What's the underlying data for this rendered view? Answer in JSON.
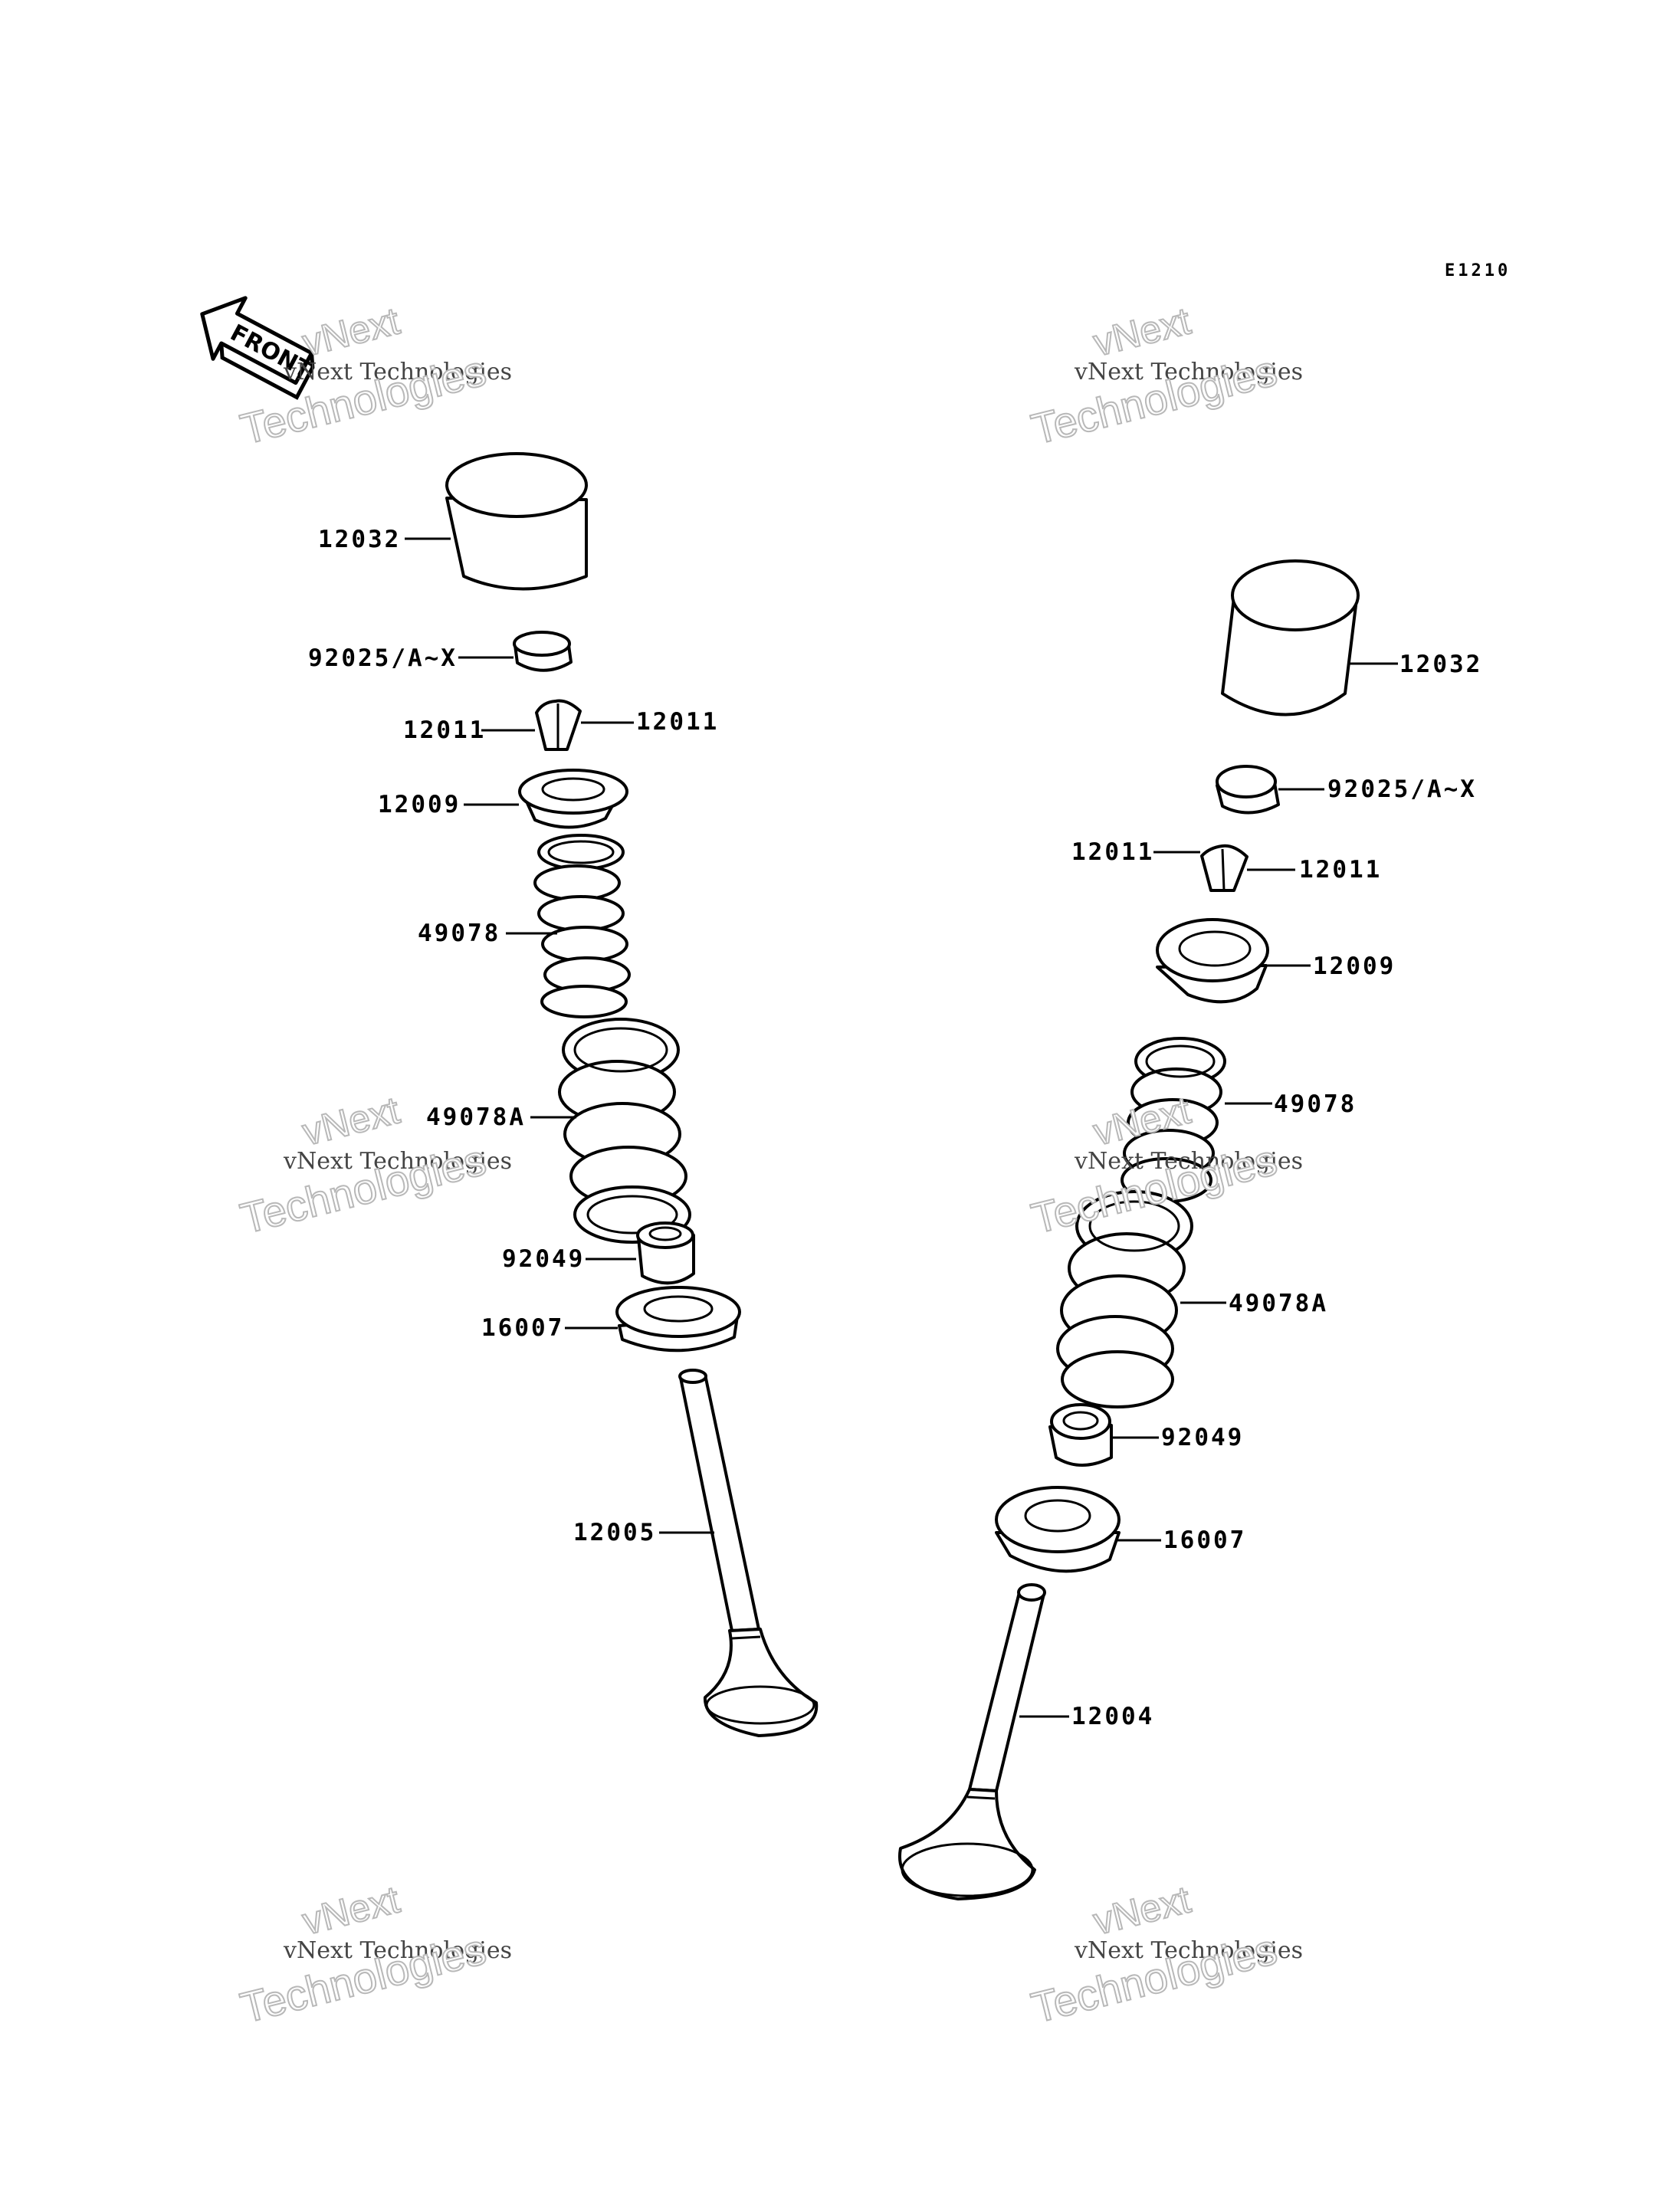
{
  "diagram_code": "E1210",
  "front_label": "FRONT",
  "watermark": {
    "line_small": "vNext Technologies",
    "line_outline_top": "vNext",
    "line_outline_bottom": "Technologies"
  },
  "left_assembly": {
    "tappet": "12032",
    "shim": "92025/A~X",
    "cotter_left": "12011",
    "cotter_right": "12011",
    "retainer": "12009",
    "inner_spring": "49078",
    "outer_spring": "49078A",
    "stem_seal": "92049",
    "spring_seat": "16007",
    "valve": "12005"
  },
  "right_assembly": {
    "tappet": "12032",
    "shim": "92025/A~X",
    "cotter_left": "12011",
    "cotter_right": "12011",
    "retainer": "12009",
    "inner_spring": "49078",
    "outer_spring": "49078A",
    "stem_seal": "92049",
    "spring_seat": "16007",
    "valve": "12004"
  }
}
